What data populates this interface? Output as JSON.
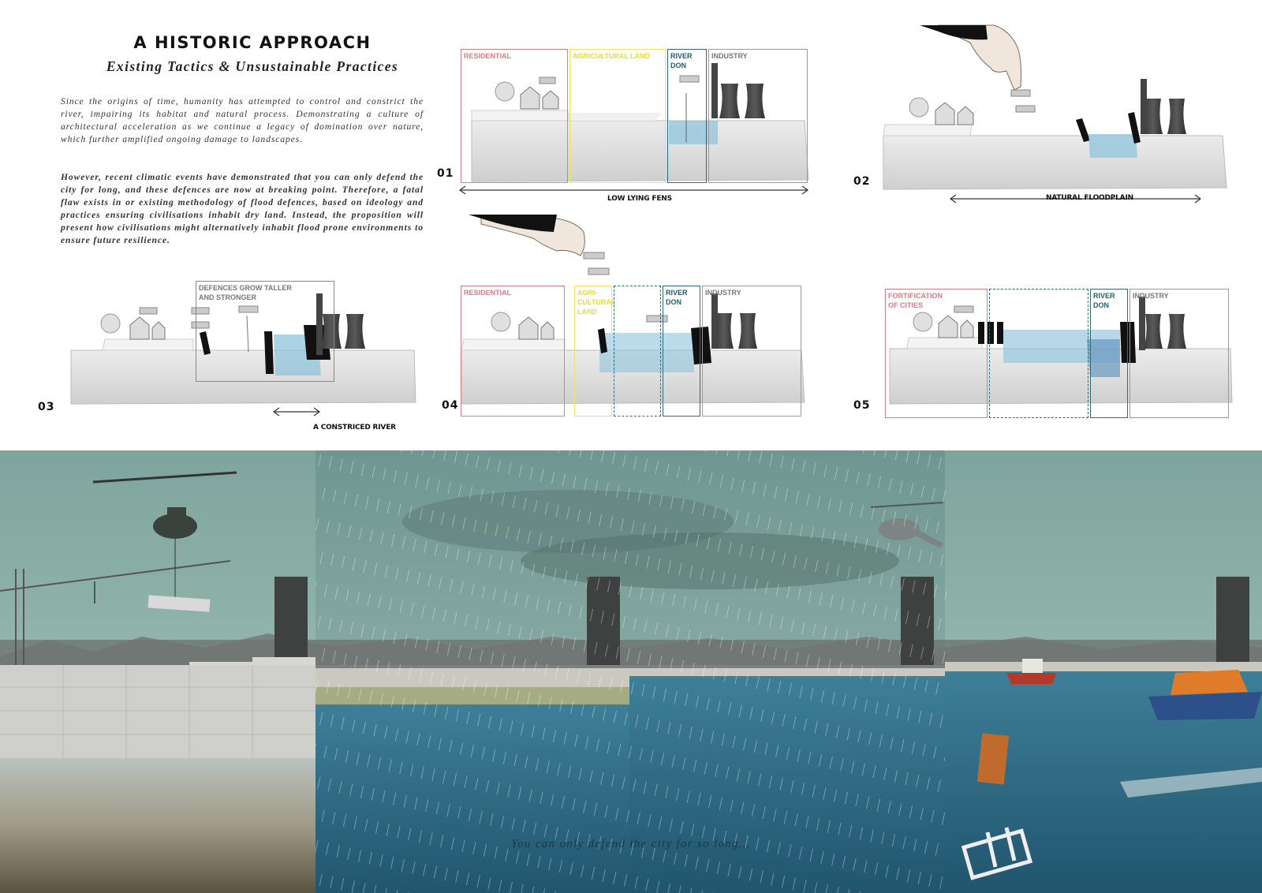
{
  "heading": {
    "title": "A HISTORIC APPROACH",
    "subtitle": "Existing Tactics & Unsustainable Practices"
  },
  "paragraphs": {
    "p1": "Since the origins of time, humanity has attempted to control and constrict the river, impairing its habitat and natural process. Demonstrating a culture of architectural acceleration as we continue a legacy of domination over nature, which further amplified ongoing damage to landscapes.",
    "p2": "However, recent climatic events have demonstrated that you can only defend the city for long, and these defences are now at breaking point. Therefore, a fatal flaw exists in or existing methodology of flood defences, based on ideology and practices ensuring civilisations inhabit dry land. Instead, the proposition will present how civilisations might alternatively inhabit flood prone environments to ensure future resilience."
  },
  "stages": {
    "s01": {
      "number": "01",
      "zones": {
        "residential": "RESIDENTIAL",
        "agricultural": "AGRICULTURAL LAND",
        "river": "RIVER DON",
        "industry": "INDUSTRY"
      },
      "dimension": "LOW LYING FENS"
    },
    "s02": {
      "number": "02",
      "dimension": "NATURAL FLOODPLAIN"
    },
    "s03": {
      "number": "03",
      "annotation": "DEFENCES GROW TALLER AND STRONGER",
      "dimension": "A CONSTRICED RIVER"
    },
    "s04": {
      "number": "04",
      "zones": {
        "residential": "RESIDENTIAL",
        "agricultural": "AGRI- CULTURAL LAND",
        "river": "RIVER DON",
        "industry": "INDUSTRY"
      }
    },
    "s05": {
      "number": "05",
      "zones": {
        "fortification": "FORTIFICATION OF CITIES",
        "river": "RIVER DON",
        "industry": "INDUSTRY"
      }
    }
  },
  "caption": "You can only defend the city for so long...",
  "colors": {
    "residential": "#e07a86",
    "agricultural": "#efe45c",
    "river": "#2b6f7c",
    "industry": "#9a9a9a",
    "water": "#8fc3dc",
    "sky": "#8fb8ae",
    "flood": "#2d6a83"
  }
}
